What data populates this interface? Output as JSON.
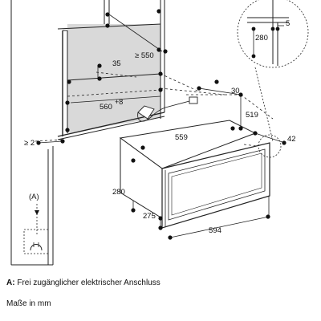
{
  "diagram": {
    "dimensions": {
      "d550": "≥ 550",
      "d35": "35",
      "d560": "560",
      "d560_tol": "+8",
      "d30": "30",
      "d519": "519",
      "d559": "559",
      "d2": "≥ 2",
      "d42": "42",
      "d280_front": "280",
      "d275": "275",
      "d594": "594",
      "detail_280": "280",
      "detail_5": "5"
    },
    "connector_label": "(A)",
    "colors": {
      "cabinet_fill": "#d9d9d9",
      "line": "#222222",
      "dimension_dot": "#111111"
    }
  },
  "legend": {
    "key": "A:",
    "text": "Frei zugänglicher elektrischer Anschluss"
  },
  "units_note": "Maße in mm"
}
